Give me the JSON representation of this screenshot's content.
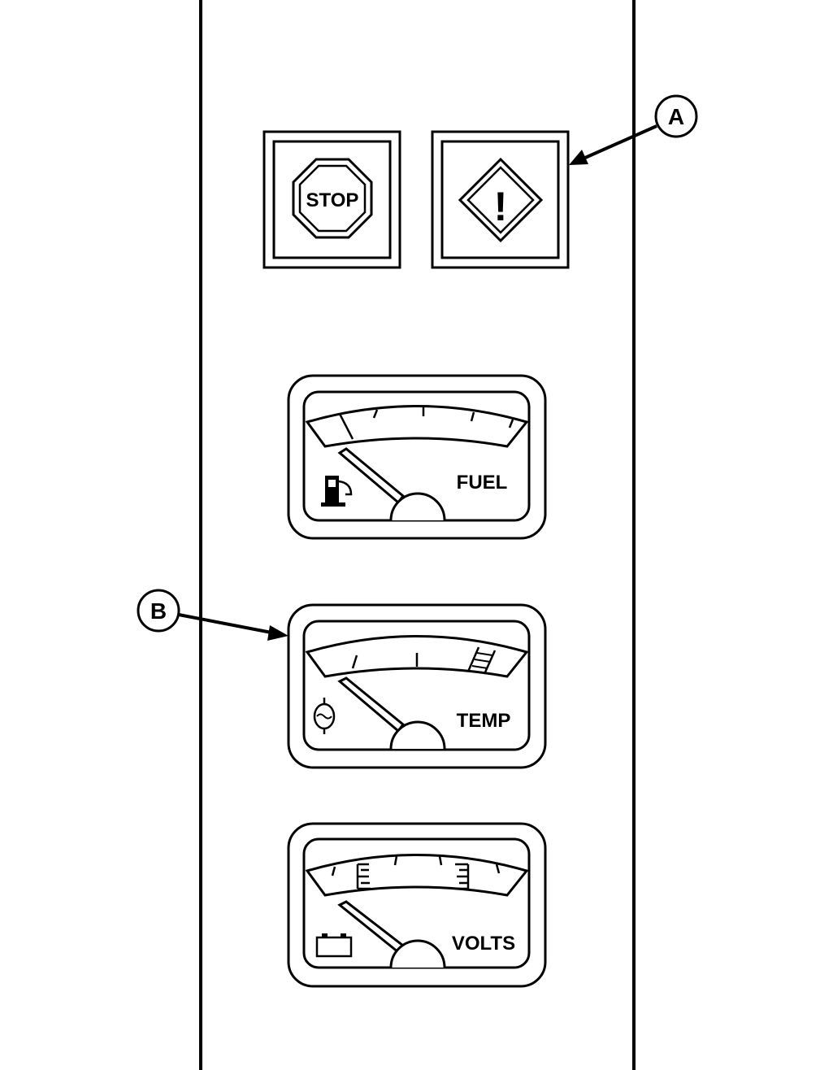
{
  "panel": {
    "indicators": {
      "stop_label": "STOP",
      "warning_symbol": "!"
    },
    "gauges": [
      {
        "label": "FUEL",
        "icon": "fuel-pump-icon"
      },
      {
        "label": "TEMP",
        "icon": "coolant-temperature-icon"
      },
      {
        "label": "VOLTS",
        "icon": "battery-icon"
      }
    ]
  },
  "callouts": {
    "a_label": "A",
    "b_label": "B"
  }
}
